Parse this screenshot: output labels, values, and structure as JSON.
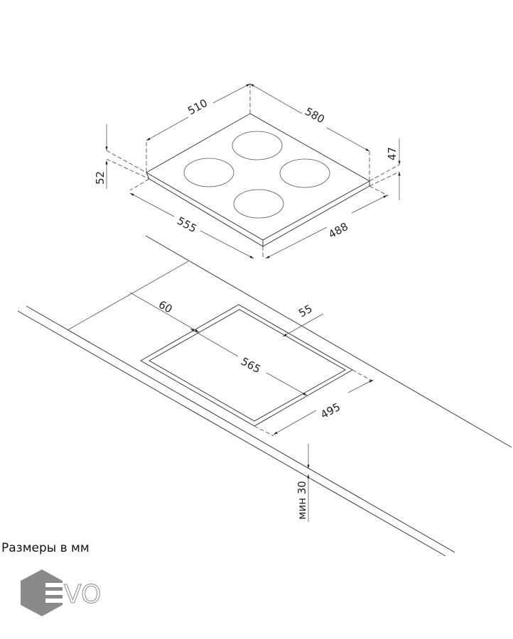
{
  "dimensions": {
    "hob_width_top": "510",
    "hob_depth_top": "580",
    "hob_width_bottom": "555",
    "hob_depth_bottom": "488",
    "hob_height_left": "52",
    "hob_height_right": "47",
    "cutout_front_offset": "60",
    "cutout_back_offset": "55",
    "cutout_length": "565",
    "cutout_width": "495",
    "countertop_min": "мин 30"
  },
  "caption": "Размеры в мм",
  "logo": {
    "text": "EVO",
    "color": "#8a8a8a"
  }
}
